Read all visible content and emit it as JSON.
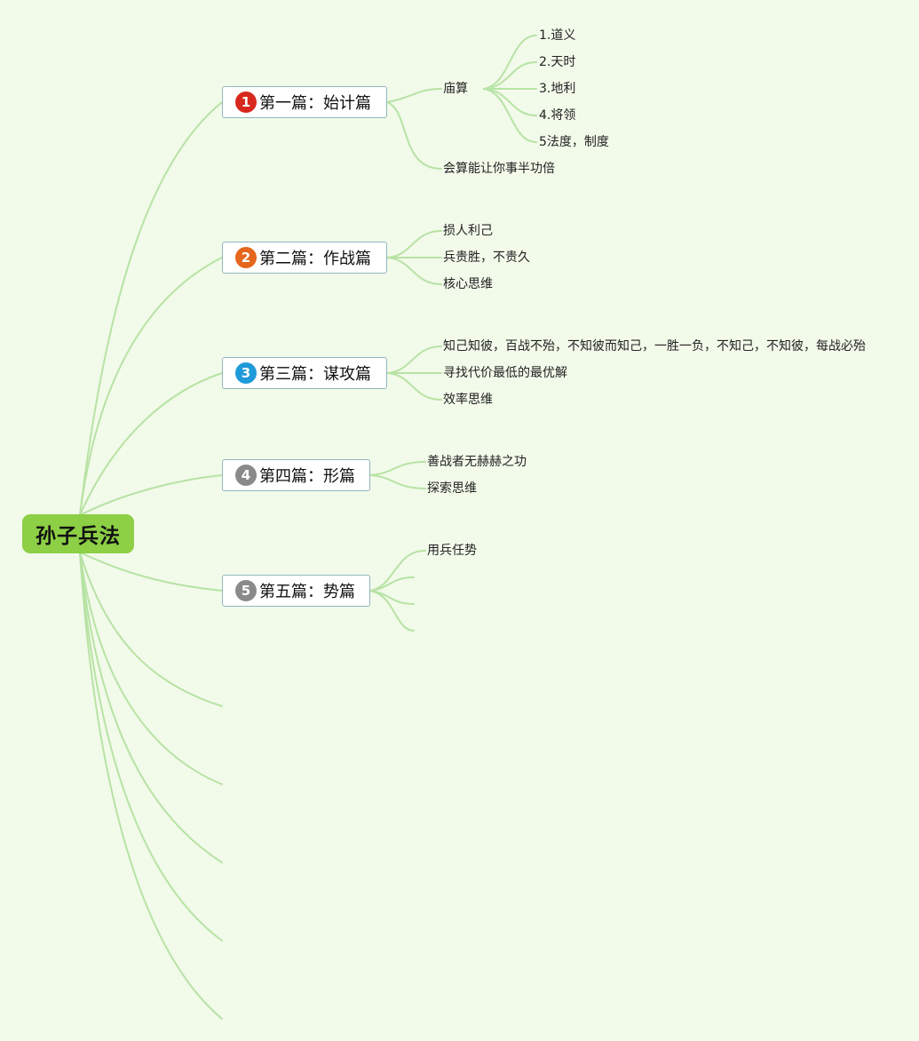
{
  "root": {
    "label": "孙子兵法",
    "color": "#8dcf45"
  },
  "chapters": [
    {
      "label": "第一篇：始计篇",
      "badge": "1",
      "badge_color": "#d8281e",
      "sub": "庙算",
      "sub_items": [
        "1.道义",
        "2.天时",
        "3.地利",
        "4.将领",
        "5法度，制度"
      ],
      "note": "会算能让你事半功倍"
    },
    {
      "label": "第二篇：作战篇",
      "badge": "2",
      "badge_color": "#e5661d",
      "items": [
        "损人利己",
        "兵贵胜，不贵久",
        "核心思维"
      ]
    },
    {
      "label": "第三篇：谋攻篇",
      "badge": "3",
      "badge_color": "#1e9ad9",
      "items": [
        "知己知彼，百战不殆，不知彼而知己，一胜一负，不知己，不知彼，每战必殆",
        "寻找代价最低的最优解",
        "效率思维"
      ]
    },
    {
      "label": "第四篇：形篇",
      "badge": "4",
      "badge_color": "#8a8a8a",
      "items": [
        "善战者无赫赫之功",
        "探索思维"
      ]
    },
    {
      "label": "第五篇：势篇",
      "badge": "5",
      "badge_color": "#8a8a8a",
      "items": [
        "用兵任势"
      ]
    }
  ],
  "colors": {
    "background": "#f2faea",
    "link": "#b7e3a4",
    "chapter_border": "#8fb7bf"
  }
}
